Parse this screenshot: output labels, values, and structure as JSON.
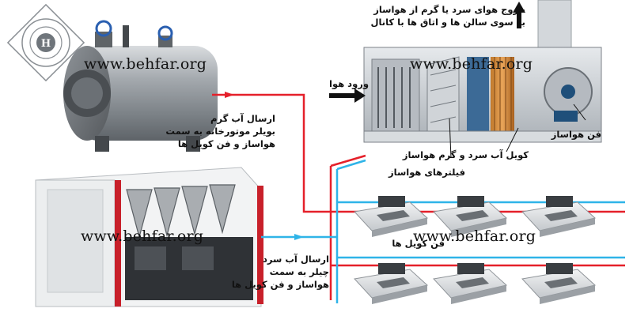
{
  "watermark": "www.behfar.org",
  "logo": {
    "letter": "H"
  },
  "labels": {
    "air_outlet": [
      "خروج هوای سرد یا گرم از هواساز",
      "به سوی سالن ها و اتاق ها با کانال"
    ],
    "air_inlet": "ورود هوا",
    "ahu_fan": "فن هواساز",
    "ahu_coil": "کویل آب سرد و گرم هواساز",
    "ahu_filters": "فیلترهای هواساز",
    "fan_coils": "فن کویل ها",
    "boiler_supply": [
      "ارسال آب گرم",
      "بویلر موتورخانه به سمت",
      "هواساز و فن کویل ها"
    ],
    "chiller_supply": [
      "ارسال آب سرد",
      "چیلر به سمت",
      "هواساز و فن کویل ها"
    ]
  },
  "colors": {
    "hot_water_pipe": "#e5202a",
    "cold_water_pipe": "#2fb4e8",
    "air_duct": "#c9ced4",
    "boiler_body": "#9ea3a8",
    "chiller_body": "#e8eaec",
    "chiller_stripe": "#c8202a",
    "arrow": "#111111"
  },
  "icons": [
    "logo-emblem",
    "up-arrow-icon",
    "right-arrow-icon"
  ]
}
